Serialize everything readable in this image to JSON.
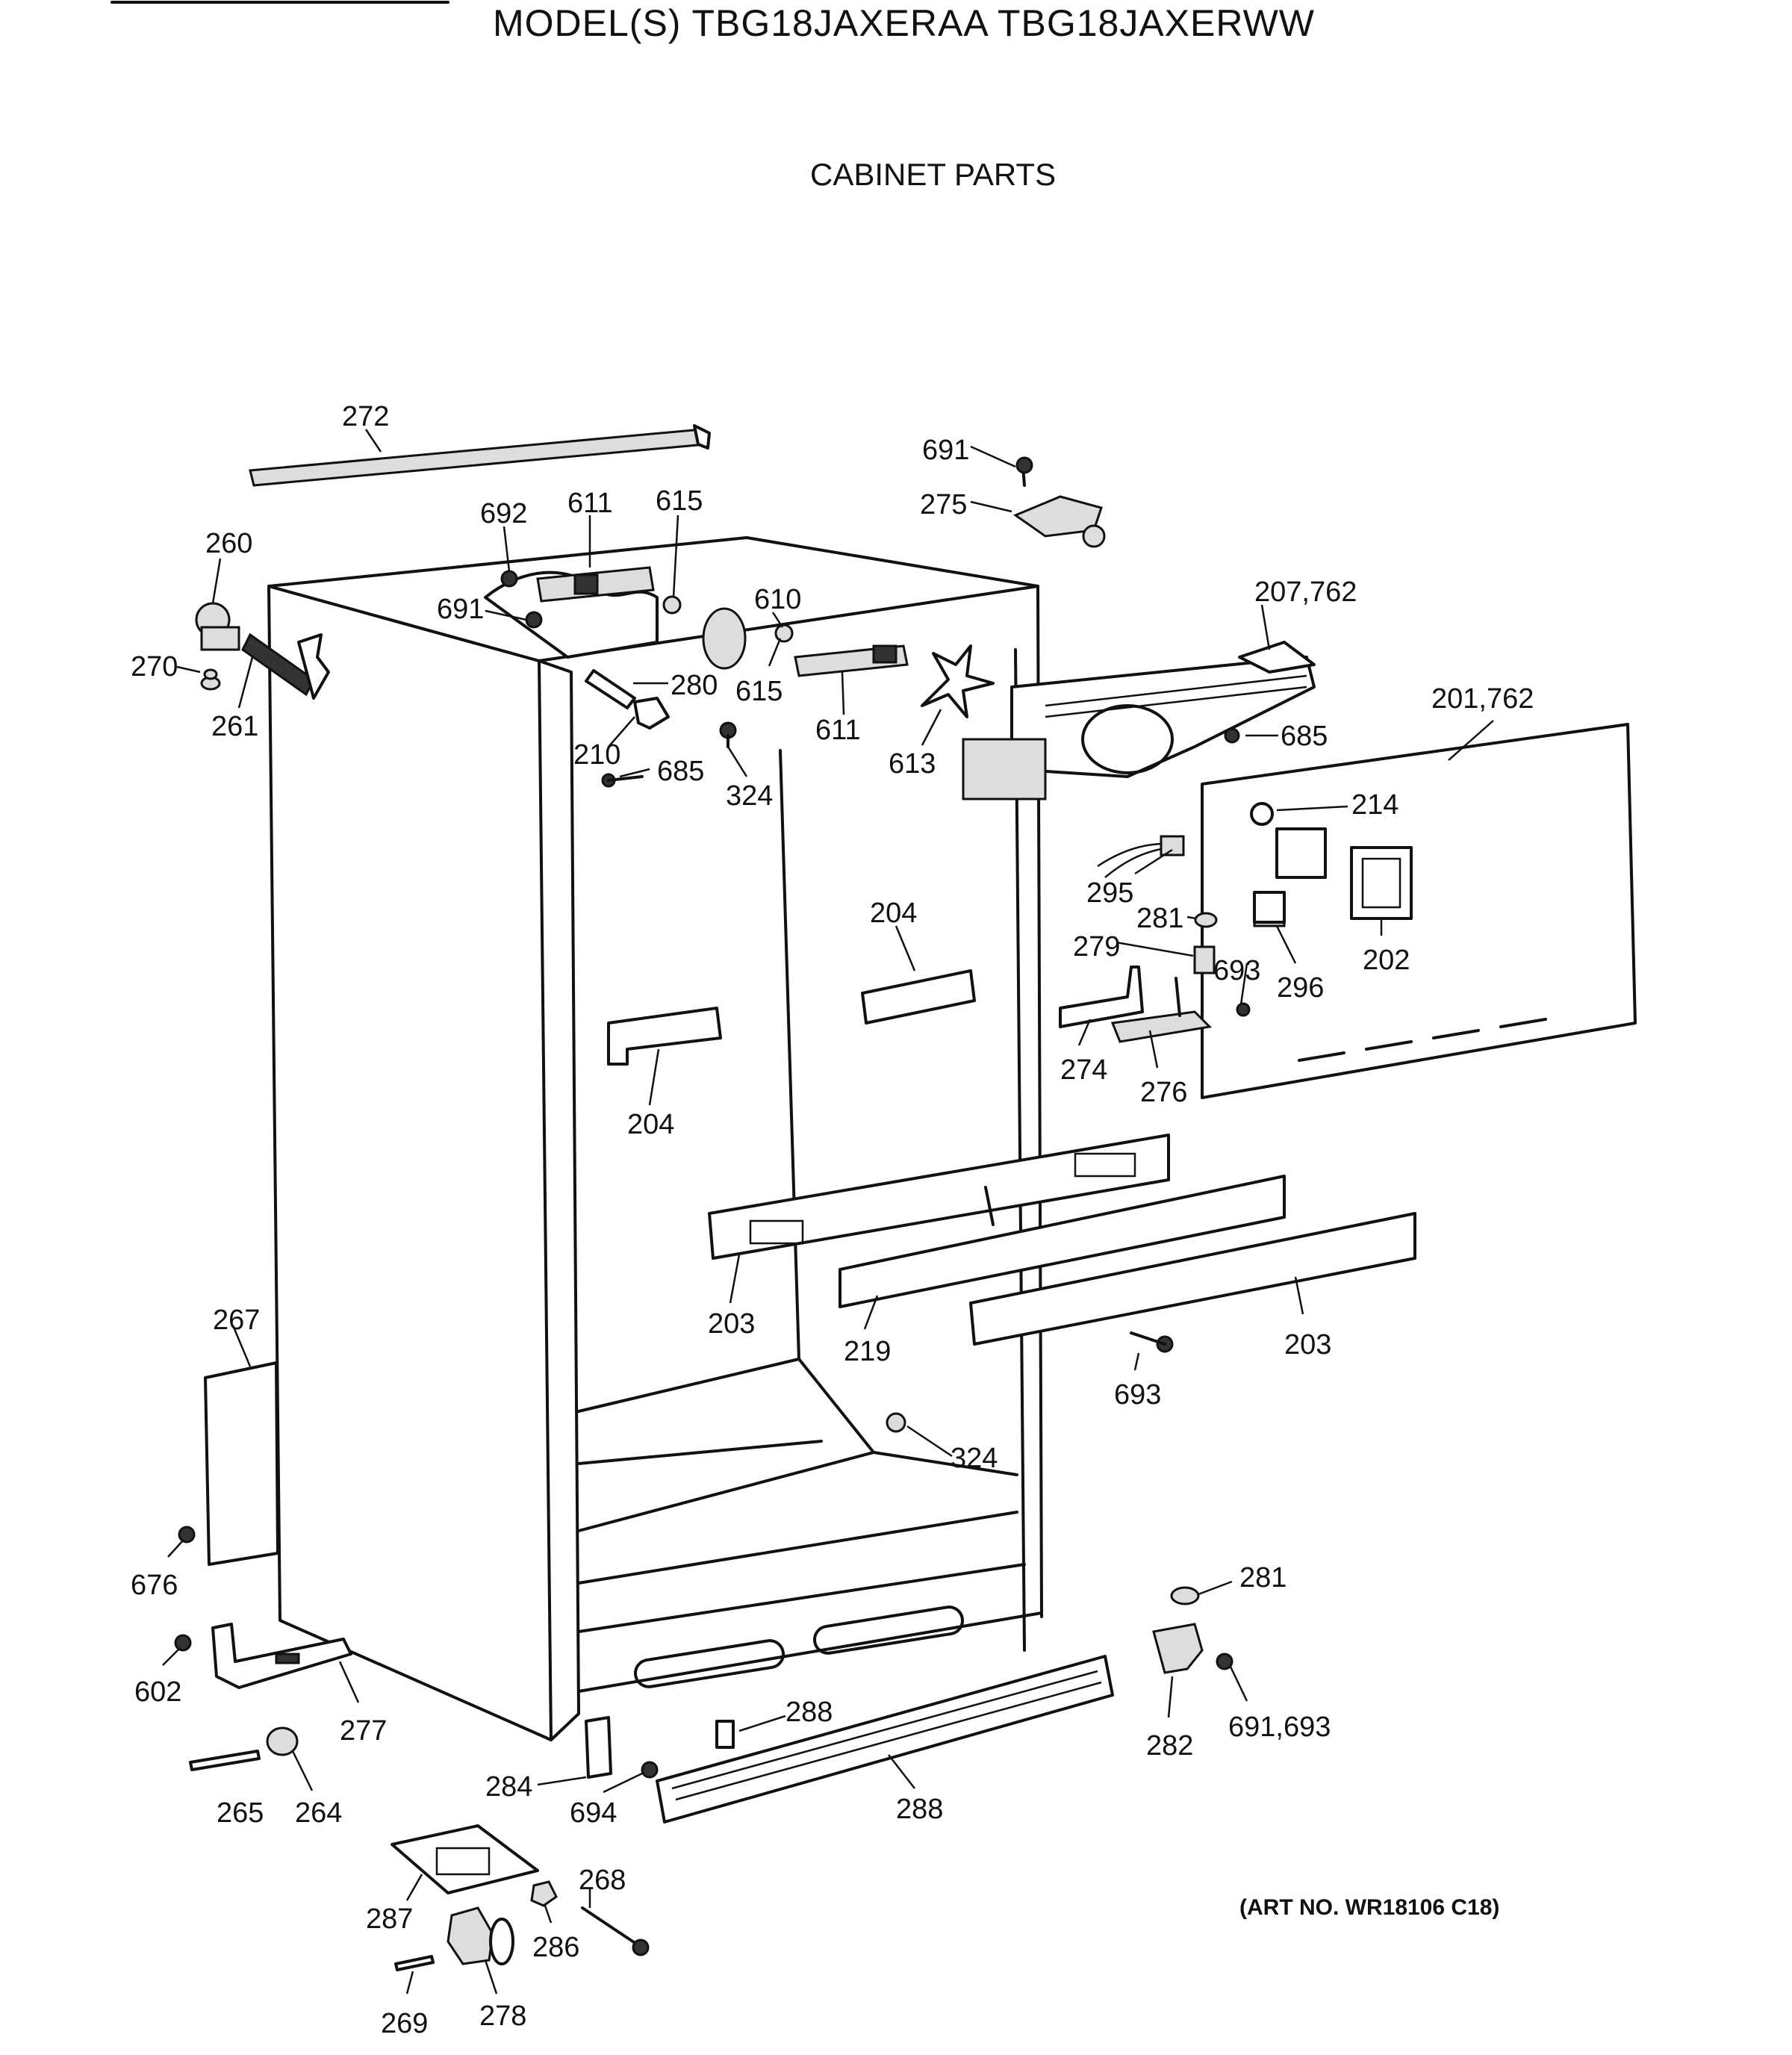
{
  "title": "MODEL(S) TBG18JAXERAA  TBG18JAXERWW",
  "subtitle": "CABINET PARTS",
  "art_no": "(ART NO. WR18106 C18)",
  "callouts": [
    "272",
    "691",
    "275",
    "692",
    "611",
    "615",
    "260",
    "691",
    "610",
    "207,762",
    "270",
    "280",
    "615",
    "611",
    "261",
    "210",
    "685",
    "613",
    "685",
    "201,762",
    "324",
    "214",
    "295",
    "204",
    "281",
    "279",
    "693",
    "296",
    "202",
    "274",
    "276",
    "204",
    "203",
    "219",
    "203",
    "693",
    "267",
    "324",
    "676",
    "281",
    "602",
    "277",
    "288",
    "282",
    "691,693",
    "284",
    "694",
    "265",
    "264",
    "288",
    "268",
    "287",
    "286",
    "278",
    "269"
  ]
}
